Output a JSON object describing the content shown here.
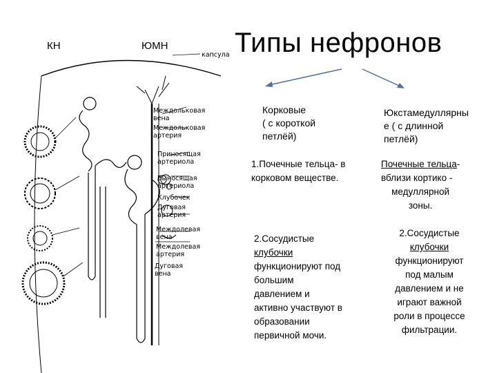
{
  "header": {
    "label_kn": "КН",
    "label_yumn": "ЮМН",
    "title": "Типы нефронов"
  },
  "diagram": {
    "labels": {
      "capsule": "капсула",
      "interlobular_vein_1": "Междольковая",
      "interlobular_vein_2": "вена",
      "interlobular_artery_1": "Междольковая",
      "interlobular_artery_2": "артерия",
      "afferent_1": "Приносящая",
      "afferent_2": "артериола",
      "efferent_1": "Выносящая",
      "efferent_2": "артериола",
      "glomerulus": "Клубочек",
      "arcuate_artery_1": "Дуговая",
      "arcuate_artery_2": "артерия",
      "interlobar_vein_1": "Междолевая",
      "interlobar_vein_2": "вена",
      "interlobar_artery_1": "Междолевая",
      "interlobar_artery_2": "артерия",
      "arcuate_vein_1": "Дуговая",
      "arcuate_vein_2": "вена"
    }
  },
  "cortical": {
    "heading": [
      "Корковые",
      "( с короткой",
      "петлёй)"
    ],
    "point1": [
      "1.Почечные тельца- в",
      "корковом веществе."
    ],
    "point2_underlined": [
      "2.Сосудистые",
      "клубочки"
    ],
    "point2_rest": [
      "функционируют под",
      "большим",
      "давлением и",
      "активно участвуют в",
      "образовании",
      "первичной мочи."
    ]
  },
  "juxta": {
    "heading": [
      "Юкстамедуллярны",
      "е ( с длинной",
      "петлёй)"
    ],
    "point1_underlined": "Почечные тельца",
    "point1_first_rest": "-",
    "point1_rest": [
      "вблизи кортико -",
      "медуллярной",
      "зоны."
    ],
    "point2_underlined": [
      "2.Сосудистые",
      "клубочки"
    ],
    "point2_rest": [
      "функционируют",
      "под малым",
      "давлением и не",
      "играют важной",
      "роли в процессе",
      "фильтрации."
    ]
  },
  "colors": {
    "arrow": "#4a6fa5",
    "ink": "#000000"
  }
}
